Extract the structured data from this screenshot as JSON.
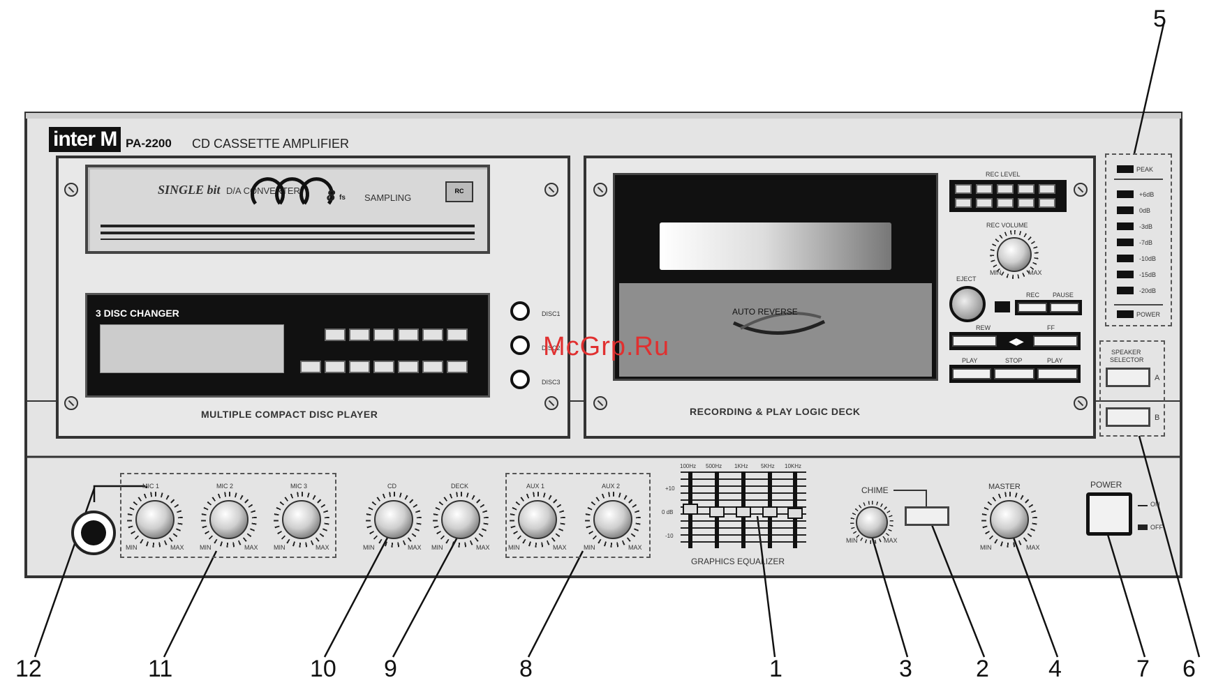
{
  "brand": {
    "logo": "inter M",
    "model": "PA-2200",
    "product": "CD CASSETTE AMPLIFIER"
  },
  "watermark": "McGrp.Ru",
  "cd": {
    "display_single_bit": "SINGLE bit",
    "display_converter": "D/A CONVERTER",
    "display_8fs": "8",
    "display_fs": "fs",
    "display_sampling": "SAMPLING",
    "changer_title": "3 DISC CHANGER",
    "section_label": "MULTIPLE COMPACT DISC PLAYER",
    "disc_buttons": [
      "DISC1",
      "DISC2",
      "DISC3"
    ]
  },
  "deck": {
    "auto_reverse": "AUTO REVERSE",
    "section_label": "RECORDING & PLAY LOGIC DECK",
    "rec_level": "REC LEVEL",
    "rec_volume": "REC VOLUME",
    "eject": "EJECT",
    "rec": "REC",
    "pause": "PAUSE",
    "rew": "REW",
    "ff": "FF",
    "play_rev": "PLAY",
    "stop": "STOP",
    "play_fwd": "PLAY",
    "min": "MIN",
    "max": "MAX"
  },
  "meter": {
    "top": "PEAK",
    "bottom": "POWER",
    "levels": [
      "+6dB",
      "0dB",
      "-3dB",
      "-7dB",
      "-10dB",
      "-15dB",
      "-20dB"
    ]
  },
  "speaker": {
    "title_line1": "SPEAKER",
    "title_line2": "SELECTOR",
    "a": "A",
    "b": "B"
  },
  "mixer": {
    "mic1": "MIC 1",
    "mic2": "MIC 2",
    "mic3": "MIC 3",
    "cd": "CD",
    "deck": "DECK",
    "aux1": "AUX 1",
    "aux2": "AUX 2",
    "min": "MIN",
    "max": "MAX",
    "eq_label": "GRAPHICS EQUALIZER",
    "eq_bands": [
      "100Hz",
      "500Hz",
      "1KHz",
      "5KHz",
      "10KHz"
    ],
    "eq_scale": [
      "+10",
      "0 dB",
      "-10"
    ],
    "chime": "CHIME",
    "master": "MASTER",
    "power": "POWER",
    "power_on": "ON",
    "power_off": "OFF"
  },
  "callouts": [
    "12",
    "11",
    "10",
    "9",
    "8",
    "1",
    "3",
    "2",
    "4",
    "7",
    "6",
    "5"
  ]
}
